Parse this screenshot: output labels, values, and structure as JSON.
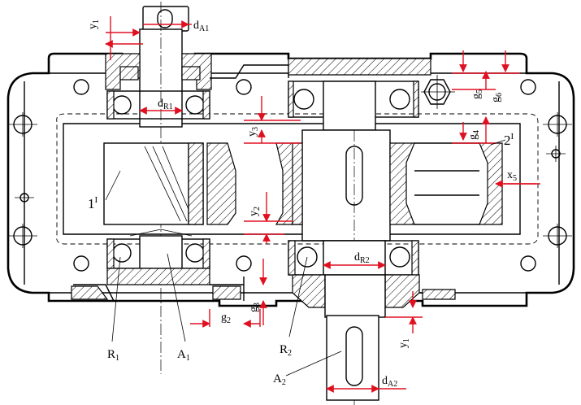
{
  "labels": {
    "y1_top": {
      "main": "y",
      "sub": "1"
    },
    "dA1": {
      "main": "d",
      "sub": "A1"
    },
    "dR1": {
      "main": "d",
      "sub": "R1"
    },
    "y3": {
      "main": "y",
      "sub": "3"
    },
    "y2": {
      "main": "y",
      "sub": "2"
    },
    "g5": {
      "main": "g",
      "sub": "5"
    },
    "g6": {
      "main": "g",
      "sub": "6"
    },
    "g4": {
      "main": "g",
      "sub": "4"
    },
    "x5": {
      "main": "x",
      "sub": "5"
    },
    "gear2": {
      "main": "2",
      "sup": "I"
    },
    "gear1": {
      "main": "1",
      "sup": "I"
    },
    "dR2": {
      "main": "d",
      "sub": "R2"
    },
    "g2": {
      "main": "g",
      "sub": "2"
    },
    "g3": {
      "main": "g",
      "sub": "3"
    },
    "y1_bottom": {
      "main": "y",
      "sub": "1"
    },
    "R1": {
      "main": "R",
      "sub": "1"
    },
    "A1": {
      "main": "A",
      "sub": "1"
    },
    "R2": {
      "main": "R",
      "sub": "2"
    },
    "A2": {
      "main": "A",
      "sub": "2"
    },
    "dA2": {
      "main": "d",
      "sub": "A2"
    }
  },
  "colors": {
    "dimension": "#e01020",
    "drawing": "#000000",
    "background": "#ffffff"
  }
}
